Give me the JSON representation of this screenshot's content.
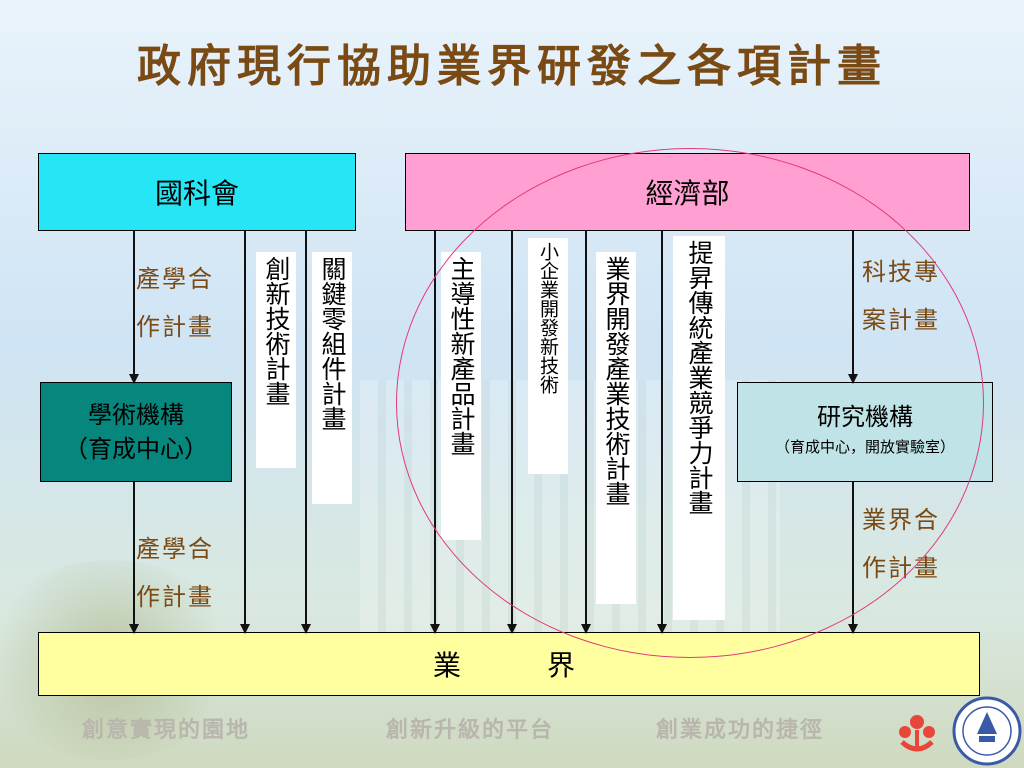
{
  "slide": {
    "title": "政府現行協助業界研發之各項計畫"
  },
  "boxes": {
    "nsc": "國科會",
    "moea": "經濟部",
    "academic_line1": "學術機構",
    "academic_line2": "（育成中心）",
    "research_line1": "研究機構",
    "research_line2": "（育成中心，開放實驗室）",
    "industry": "業　　界"
  },
  "programs": {
    "innovative_tech": "創新技術計畫",
    "key_components": "關鍵零組件計畫",
    "leading_product": "主導性新產品計畫",
    "sme_dev": "小企業開發新技術",
    "industry_tech": "業界開發產業技術計畫",
    "traditional": "提昇傳統產業競爭力計畫"
  },
  "side_labels": {
    "academia_top_1": "產學合",
    "academia_top_2": "作計畫",
    "academia_bottom_1": "產學合",
    "academia_bottom_2": "作計畫",
    "sci_tech_1": "科技專",
    "sci_tech_2": "案計畫",
    "industry_coop_1": "業界合",
    "industry_coop_2": "作計畫"
  },
  "footer": {
    "item1": "創意實現的園地",
    "item2": "創新升級的平台",
    "item3": "創業成功的捷徑"
  },
  "colors": {
    "title": "#7a4a14",
    "nsc_box": "#26e6f5",
    "moea_box": "#ff9fd2",
    "academic_box": "#06867c",
    "research_box": "#bfe3e6",
    "industry_box": "#ffff9f",
    "ellipse": "#e23a7a"
  }
}
